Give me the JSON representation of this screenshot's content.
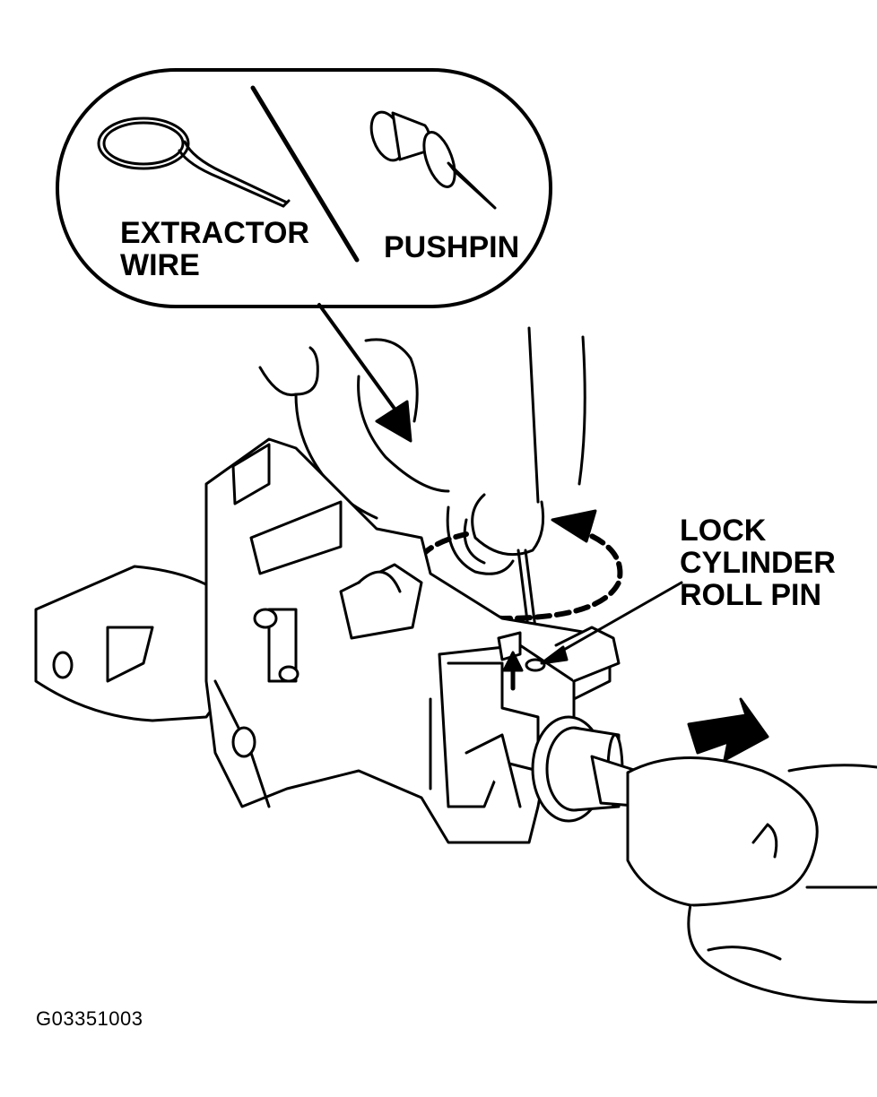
{
  "inset": {
    "extractor_wire": {
      "line1": "EXTRACTOR",
      "line2": "WIRE"
    },
    "pushpin": "PUSHPIN"
  },
  "callouts": {
    "roll_pin": {
      "line1": "LOCK",
      "line2": "CYLINDER",
      "line3": "ROLL PIN"
    }
  },
  "figure_id": "G03351003",
  "icons": {
    "extractor_wire": "coiled-wire-icon",
    "pushpin": "pushpin-icon",
    "arrow_down": "arrow-down-icon",
    "arrow_push": "arrow-push-icon",
    "rotation": "rotation-arrow-icon"
  },
  "colors": {
    "ink": "#000000",
    "paper": "#ffffff"
  }
}
